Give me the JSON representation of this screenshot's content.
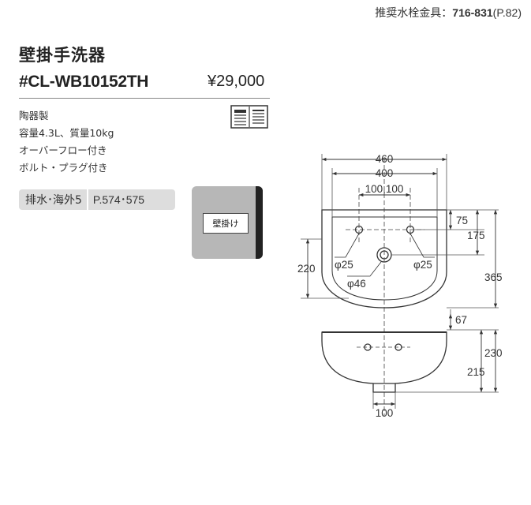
{
  "recommended": {
    "label": "推奨水栓金具：",
    "code": "716-831",
    "page": "(P.82)"
  },
  "product": {
    "title": "壁掛手洗器",
    "model": "#CL-WB10152TH",
    "price": "¥29,000"
  },
  "specs": [
    "陶器製",
    "容量4.3L、質量10kg",
    "オーバーフロー付き",
    "ボルト・プラグ付き"
  ],
  "drainage": {
    "label": "排水･海外5",
    "pages": "P.574･575"
  },
  "mount_type": "壁掛け",
  "icons": {
    "manual": "book-icon"
  },
  "dims": {
    "top_width": "460",
    "inner_width": "400",
    "hole_spacing": "100,100",
    "hole_offset": "75",
    "hole_depth": "175",
    "height": "220",
    "depth": "365",
    "hole_dia_left": "φ25",
    "hole_dia_right": "φ25",
    "drain_dia": "φ46",
    "overflow_height": "67",
    "front_height": "230",
    "bowl_height": "215",
    "drain_width": "100"
  }
}
